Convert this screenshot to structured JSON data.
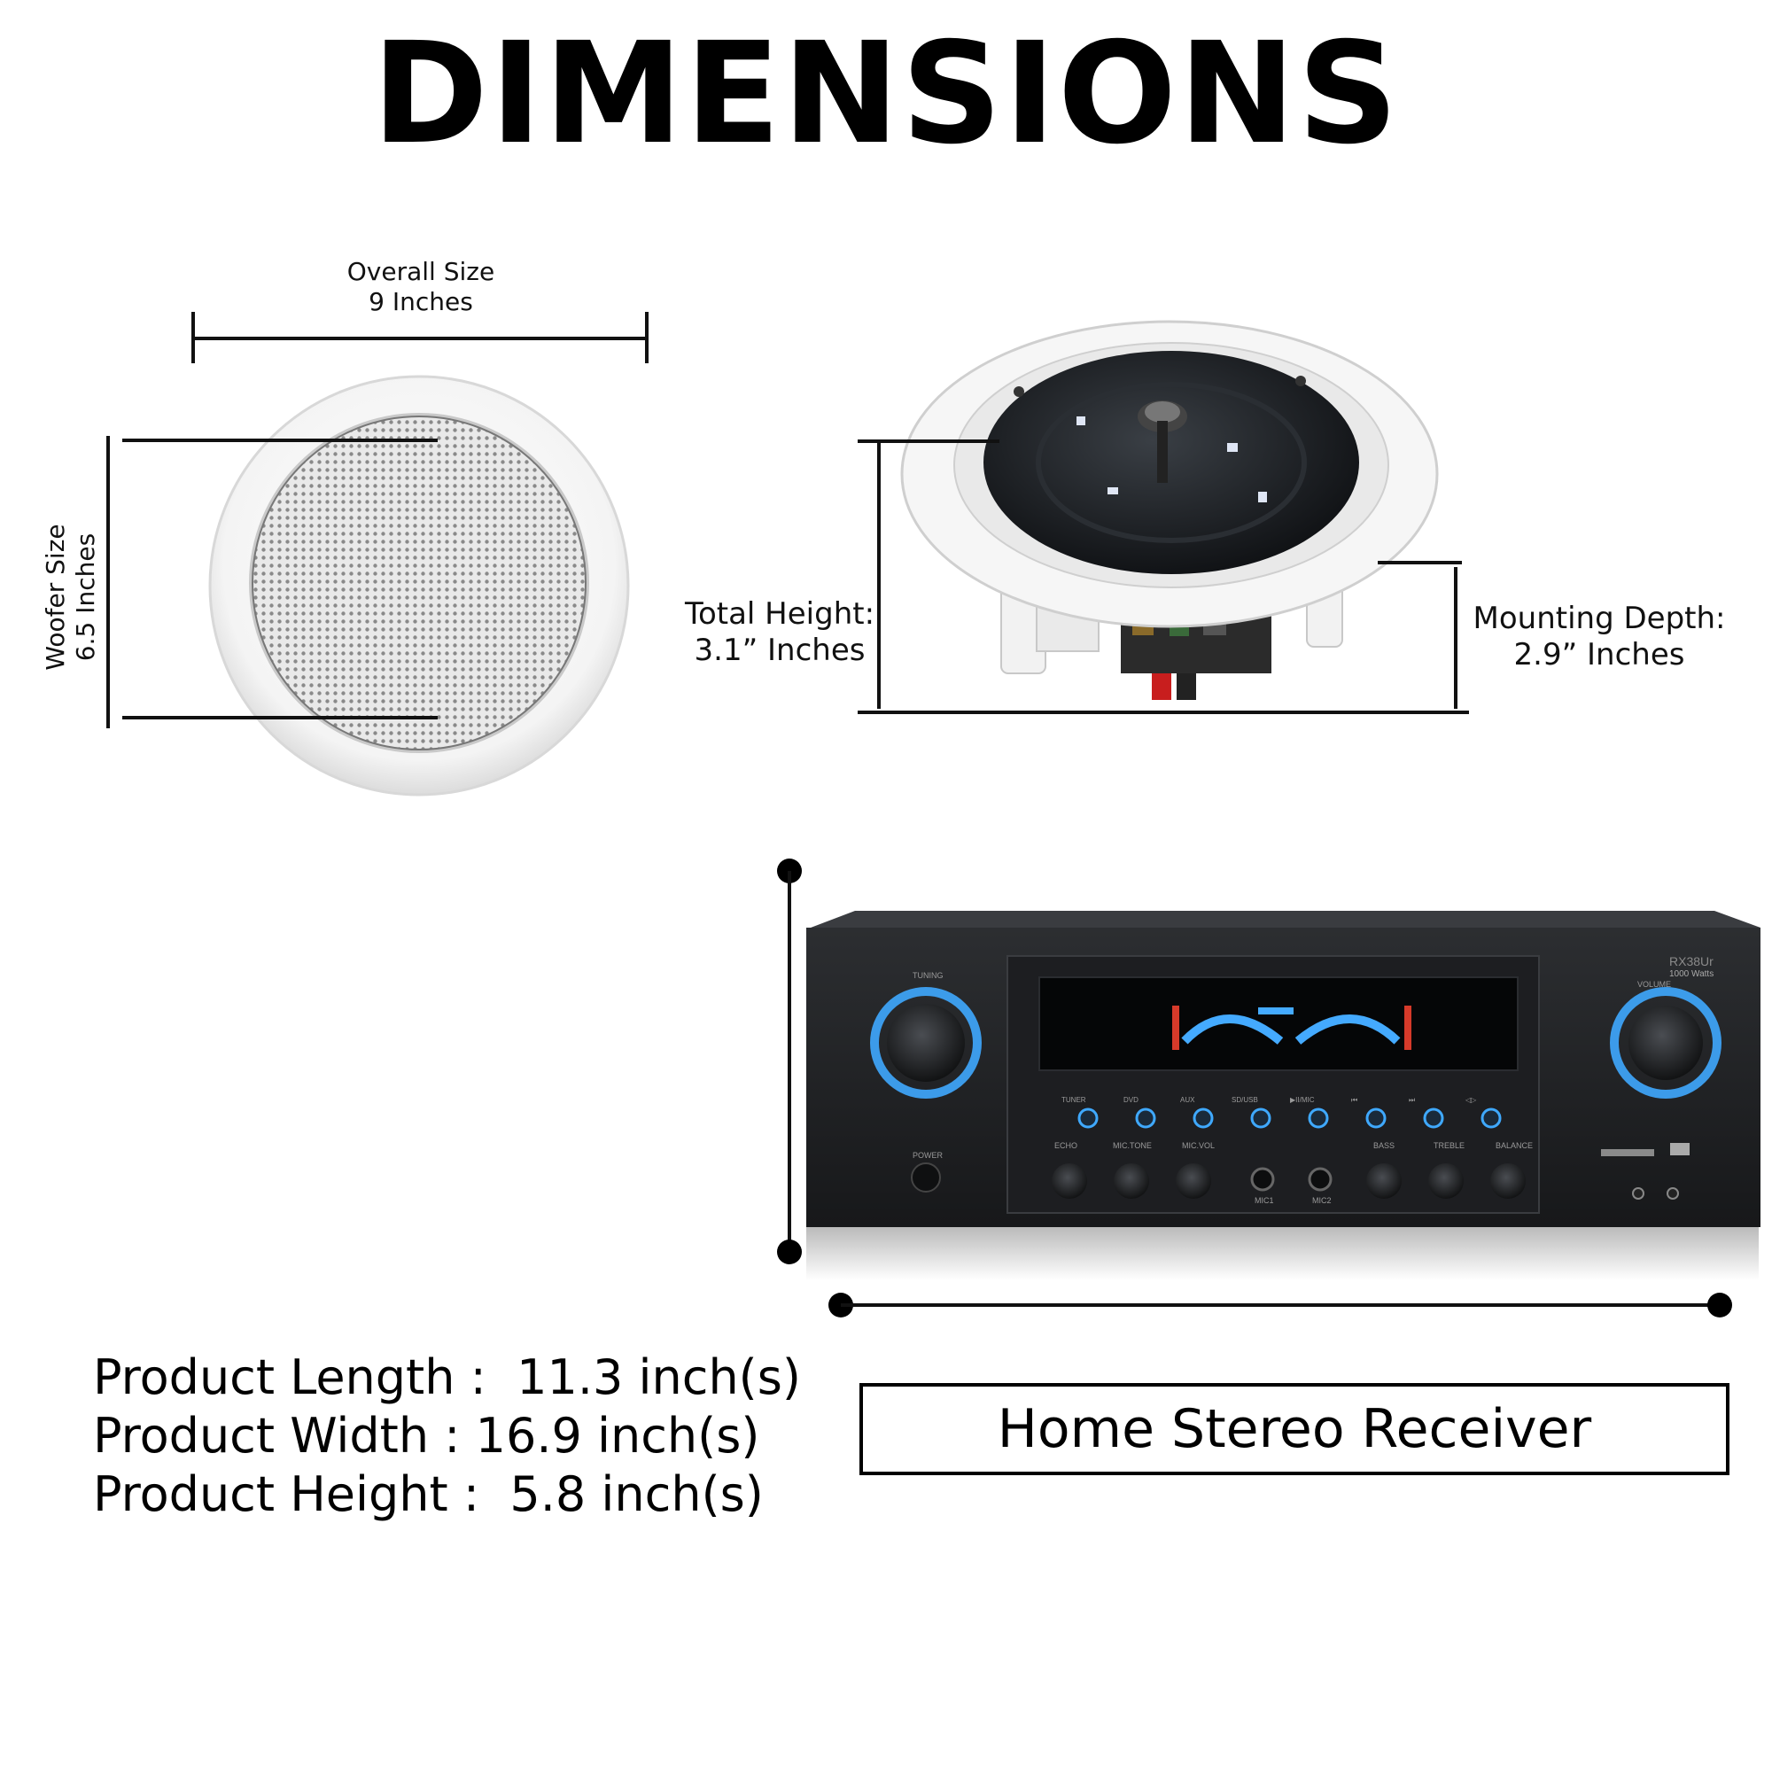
{
  "title": "DIMENSIONS",
  "speaker_front": {
    "overall_label": "Overall Size",
    "overall_value": "9 Inches",
    "woofer_label": "Woofer Size",
    "woofer_value": "6.5 Inches"
  },
  "speaker_side": {
    "total_height_label": "Total Height:",
    "total_height_value": "3.1” Inches",
    "mounting_depth_label": "Mounting Depth:",
    "mounting_depth_value": "2.9” Inches"
  },
  "receiver": {
    "model": "RX38Ur",
    "watts": "1000 Watts",
    "tuning": "TUNING",
    "volume": "VOLUME",
    "power": "POWER",
    "sources": [
      "TUNER",
      "DVD",
      "AUX",
      "SD/USB",
      "▶II/MIC",
      "⏮",
      "⏭",
      "◁▷"
    ],
    "knobs": [
      "ECHO",
      "MIC.TONE",
      "MIC.VOL",
      "BASS",
      "TREBLE",
      "BALANCE"
    ],
    "mics": [
      "MIC1",
      "MIC2"
    ]
  },
  "specs": {
    "length": "Product Length :  11.3 inch(s)",
    "width": "Product Width : 16.9 inch(s)",
    "height": "Product Height :  5.8 inch(s)"
  },
  "product_label": "Home Stereo Receiver"
}
